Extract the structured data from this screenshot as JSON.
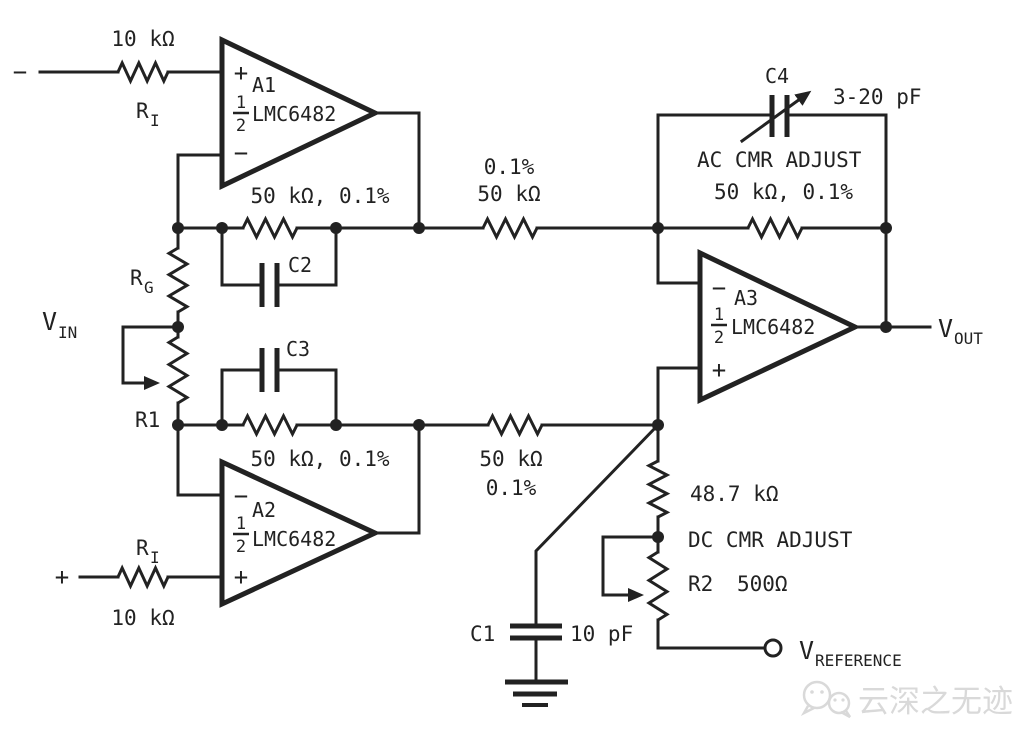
{
  "colors": {
    "ink": "#222222",
    "background": "#ffffff",
    "watermark": "#d9d9d9"
  },
  "inputs": {
    "top_terminal": "−",
    "bottom_terminal": "+",
    "ri_top": {
      "value": "10 kΩ",
      "name": "R",
      "name_sub": "I"
    },
    "ri_bottom": {
      "name": "R",
      "name_sub": "I",
      "value": "10 kΩ"
    }
  },
  "opamps": {
    "a1": {
      "pin_top": "+",
      "name": "A1",
      "frac_num": "1",
      "frac_den": "2",
      "part": "LMC6482",
      "pin_bottom": "−"
    },
    "a2": {
      "pin_top": "−",
      "name": "A2",
      "frac_num": "1",
      "frac_den": "2",
      "part": "LMC6482",
      "pin_bottom": "+"
    },
    "a3": {
      "pin_top": "−",
      "name": "A3",
      "frac_num": "1",
      "frac_den": "2",
      "part": "LMC6482",
      "pin_bottom": "+"
    }
  },
  "gain_network": {
    "rg_name": "R",
    "rg_sub": "G",
    "r1_name": "R1",
    "vin_base": "V",
    "vin_sub": "IN"
  },
  "feedback_a1": {
    "label": "50 kΩ, 0.1%",
    "cap": "C2"
  },
  "feedback_a2": {
    "label": "50 kΩ, 0.1%",
    "cap": "C3"
  },
  "bridge_top": {
    "line1": "0.1%",
    "line2": "50 kΩ"
  },
  "bridge_bottom": {
    "line1": "50 kΩ",
    "line2": "0.1%"
  },
  "ac_cmr": {
    "cap": "C4",
    "cap_value": "3-20 pF",
    "title": "AC CMR ADJUST",
    "resistor": "50 kΩ, 0.1%"
  },
  "output": {
    "vout_base": "V",
    "vout_sub": "OUT"
  },
  "dc_cmr": {
    "r_value": "48.7 kΩ",
    "title": "DC CMR ADJUST",
    "r2_name": "R2",
    "r2_value": "500Ω",
    "vref_base": "V",
    "vref_sub": "REFERENCE"
  },
  "c1": {
    "name": "C1",
    "value": "10 pF"
  },
  "watermark": {
    "text": "云深之无迹"
  }
}
